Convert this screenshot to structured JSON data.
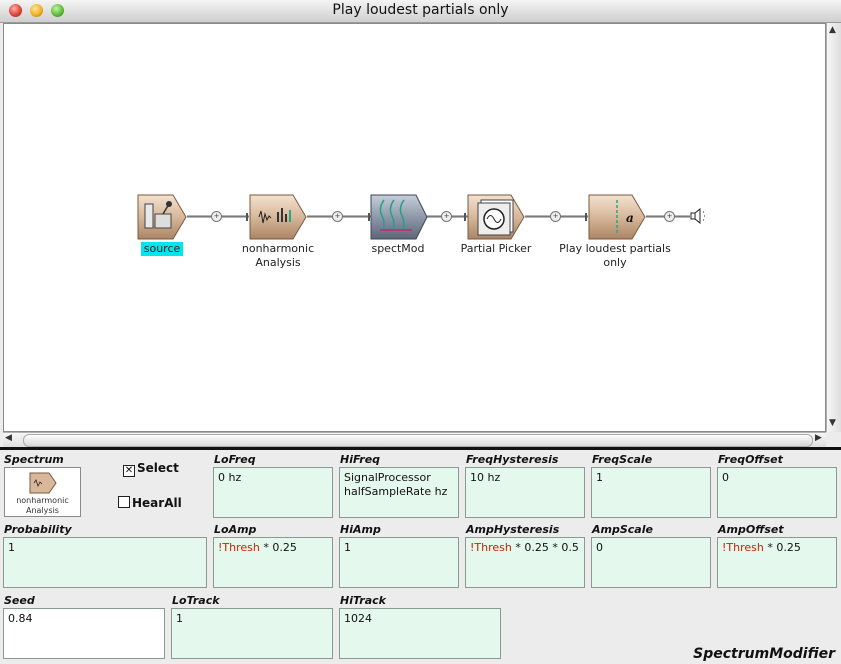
{
  "window": {
    "title": "Play loudest partials only"
  },
  "flow": {
    "nodes": [
      {
        "label": "source",
        "selected": true
      },
      {
        "label": "nonharmonic",
        "label2": "Analysis"
      },
      {
        "label": "spectMod"
      },
      {
        "label": "Partial Picker"
      },
      {
        "label": "Play loudest partials",
        "label2": "only",
        "glyph": "a"
      }
    ]
  },
  "panel": {
    "spectrum": {
      "label": "Spectrum",
      "thumb_line1": "nonharmonic",
      "thumb_line2": "Analysis"
    },
    "select_label": "Select",
    "hearall_label": "HearAll",
    "fields": {
      "lofreq": {
        "label": "LoFreq",
        "value": "0 hz"
      },
      "hifreq": {
        "label": "HiFreq",
        "value1": "SignalProcessor",
        "value2": "halfSampleRate hz"
      },
      "freqhyst": {
        "label": "FreqHysteresis",
        "value": "10 hz"
      },
      "freqscale": {
        "label": "FreqScale",
        "value": "1"
      },
      "freqoffset": {
        "label": "FreqOffset",
        "value": "0"
      },
      "probability": {
        "label": "Probability",
        "value": "1"
      },
      "loamp": {
        "label": "LoAmp",
        "var": "!Thresh",
        "rest": " * 0.25"
      },
      "hiamp": {
        "label": "HiAmp",
        "value": "1"
      },
      "amphyst": {
        "label": "AmpHysteresis",
        "var": "!Thresh",
        "rest": " * 0.25 * 0.5"
      },
      "ampscale": {
        "label": "AmpScale",
        "value": "0"
      },
      "ampoffset": {
        "label": "AmpOffset",
        "var": "!Thresh",
        "rest": " * 0.25"
      },
      "seed": {
        "label": "Seed",
        "value": "0.84"
      },
      "lotrack": {
        "label": "LoTrack",
        "value": "1"
      },
      "hitrack": {
        "label": "HiTrack",
        "value": "1024"
      }
    },
    "class_name": "SpectrumModifier"
  }
}
